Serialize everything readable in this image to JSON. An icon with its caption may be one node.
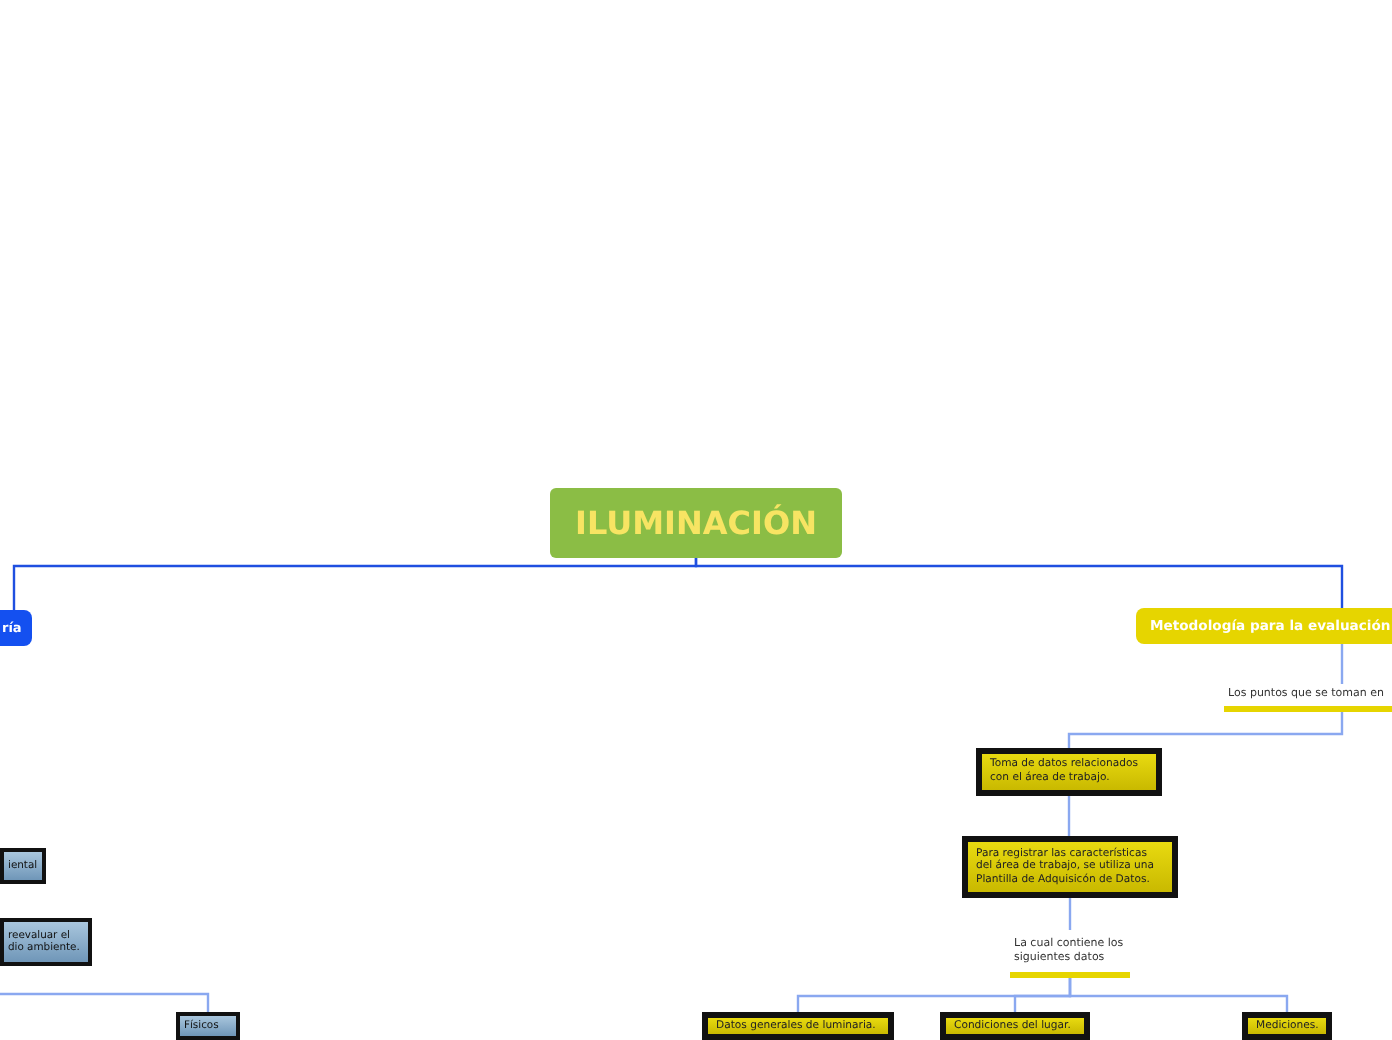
{
  "diagram": {
    "nodes": [
      {
        "text": [
          "ILUMINACIÓN"
        ]
      },
      {
        "text": [
          "ría"
        ]
      },
      {
        "text": [
          "Metodología para la evaluación"
        ]
      },
      {
        "text": [
          "Los puntos que se toman en"
        ]
      },
      {
        "text": [
          "Toma de datos relacionados con el área de trabajo."
        ]
      },
      {
        "text": [
          "Para registrar las características del área de trabajo, se utiliza una Plantilla de Adquisicón de Datos."
        ]
      },
      {
        "text": [
          "La cual contiene los siguientes datos"
        ]
      },
      {
        "text": [
          "Datos generales de luminaria."
        ]
      },
      {
        "text": [
          "Condiciones del lugar."
        ]
      },
      {
        "text": [
          "Mediciones."
        ]
      },
      {
        "text": [
          "iental"
        ]
      },
      {
        "text": [
          "reevaluar el dio ambiente."
        ]
      },
      {
        "text": [
          "Físicos"
        ]
      }
    ],
    "edges": [
      {
        "from": 0,
        "to": 1,
        "arrow": "none",
        "color": "#1f4fe0"
      },
      {
        "from": 0,
        "to": 2,
        "arrow": "none",
        "color": "#1f4fe0"
      },
      {
        "from": 2,
        "to": 3,
        "arrow": "none"
      },
      {
        "from": 3,
        "to": 4,
        "arrow": "none"
      },
      {
        "from": 4,
        "to": 5,
        "arrow": "none"
      },
      {
        "from": 5,
        "to": 6,
        "arrow": "none"
      },
      {
        "from": 6,
        "to": 7,
        "arrow": "none"
      },
      {
        "from": 6,
        "to": 8,
        "arrow": "none"
      },
      {
        "from": 6,
        "to": 9,
        "arrow": "none"
      },
      {
        "from": null,
        "to": 12,
        "arrow": "none"
      }
    ]
  }
}
